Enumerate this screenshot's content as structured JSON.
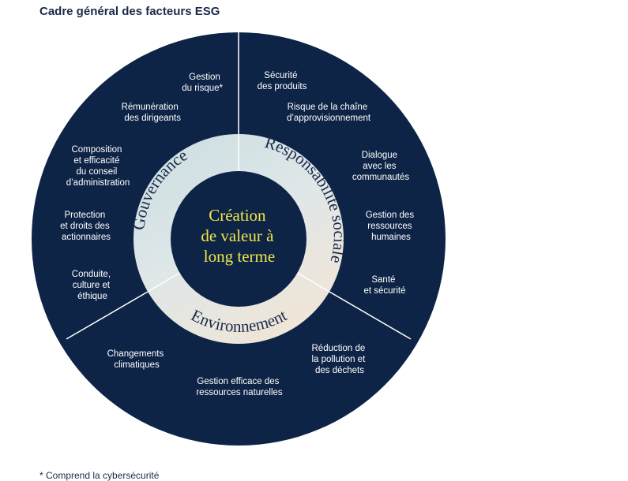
{
  "title": "Cadre général des facteurs ESG",
  "footnote": "* Comprend la cybersécurité",
  "center": {
    "lines": [
      "Création",
      "de valeur à",
      "long terme"
    ]
  },
  "rings": {
    "governance": "Gouvernance",
    "social": "Responsabilité sociale",
    "environment": "Environnement"
  },
  "items": {
    "governance": [
      [
        "Gestion",
        "du risque*"
      ],
      [
        "Rémunération",
        "des dirigeants"
      ],
      [
        "Composition",
        "et efficacité",
        "du conseil",
        "d’administration"
      ],
      [
        "Protection",
        "et droits des",
        "actionnaires"
      ],
      [
        "Conduite,",
        "culture et",
        "éthique"
      ]
    ],
    "social": [
      [
        "Sécurité",
        "des produits"
      ],
      [
        "Risque de la chaîne",
        "d’approvisionnement"
      ],
      [
        "Dialogue",
        "avec les",
        "communautés"
      ],
      [
        "Gestion des",
        "ressources",
        "humaines"
      ],
      [
        "Santé",
        "et sécurité"
      ]
    ],
    "environment": [
      [
        "Réduction de",
        "la pollution et",
        "des déchets"
      ],
      [
        "Gestion efficace des",
        "ressources naturelles"
      ],
      [
        "Changements",
        "climatiques"
      ]
    ]
  },
  "colors": {
    "navy": "#0e2446",
    "ring_governance": "#d3e0e3",
    "ring_social": "#d6e3e5",
    "ring_environment": "#ebe4db",
    "center_text": "#f0e54a"
  }
}
